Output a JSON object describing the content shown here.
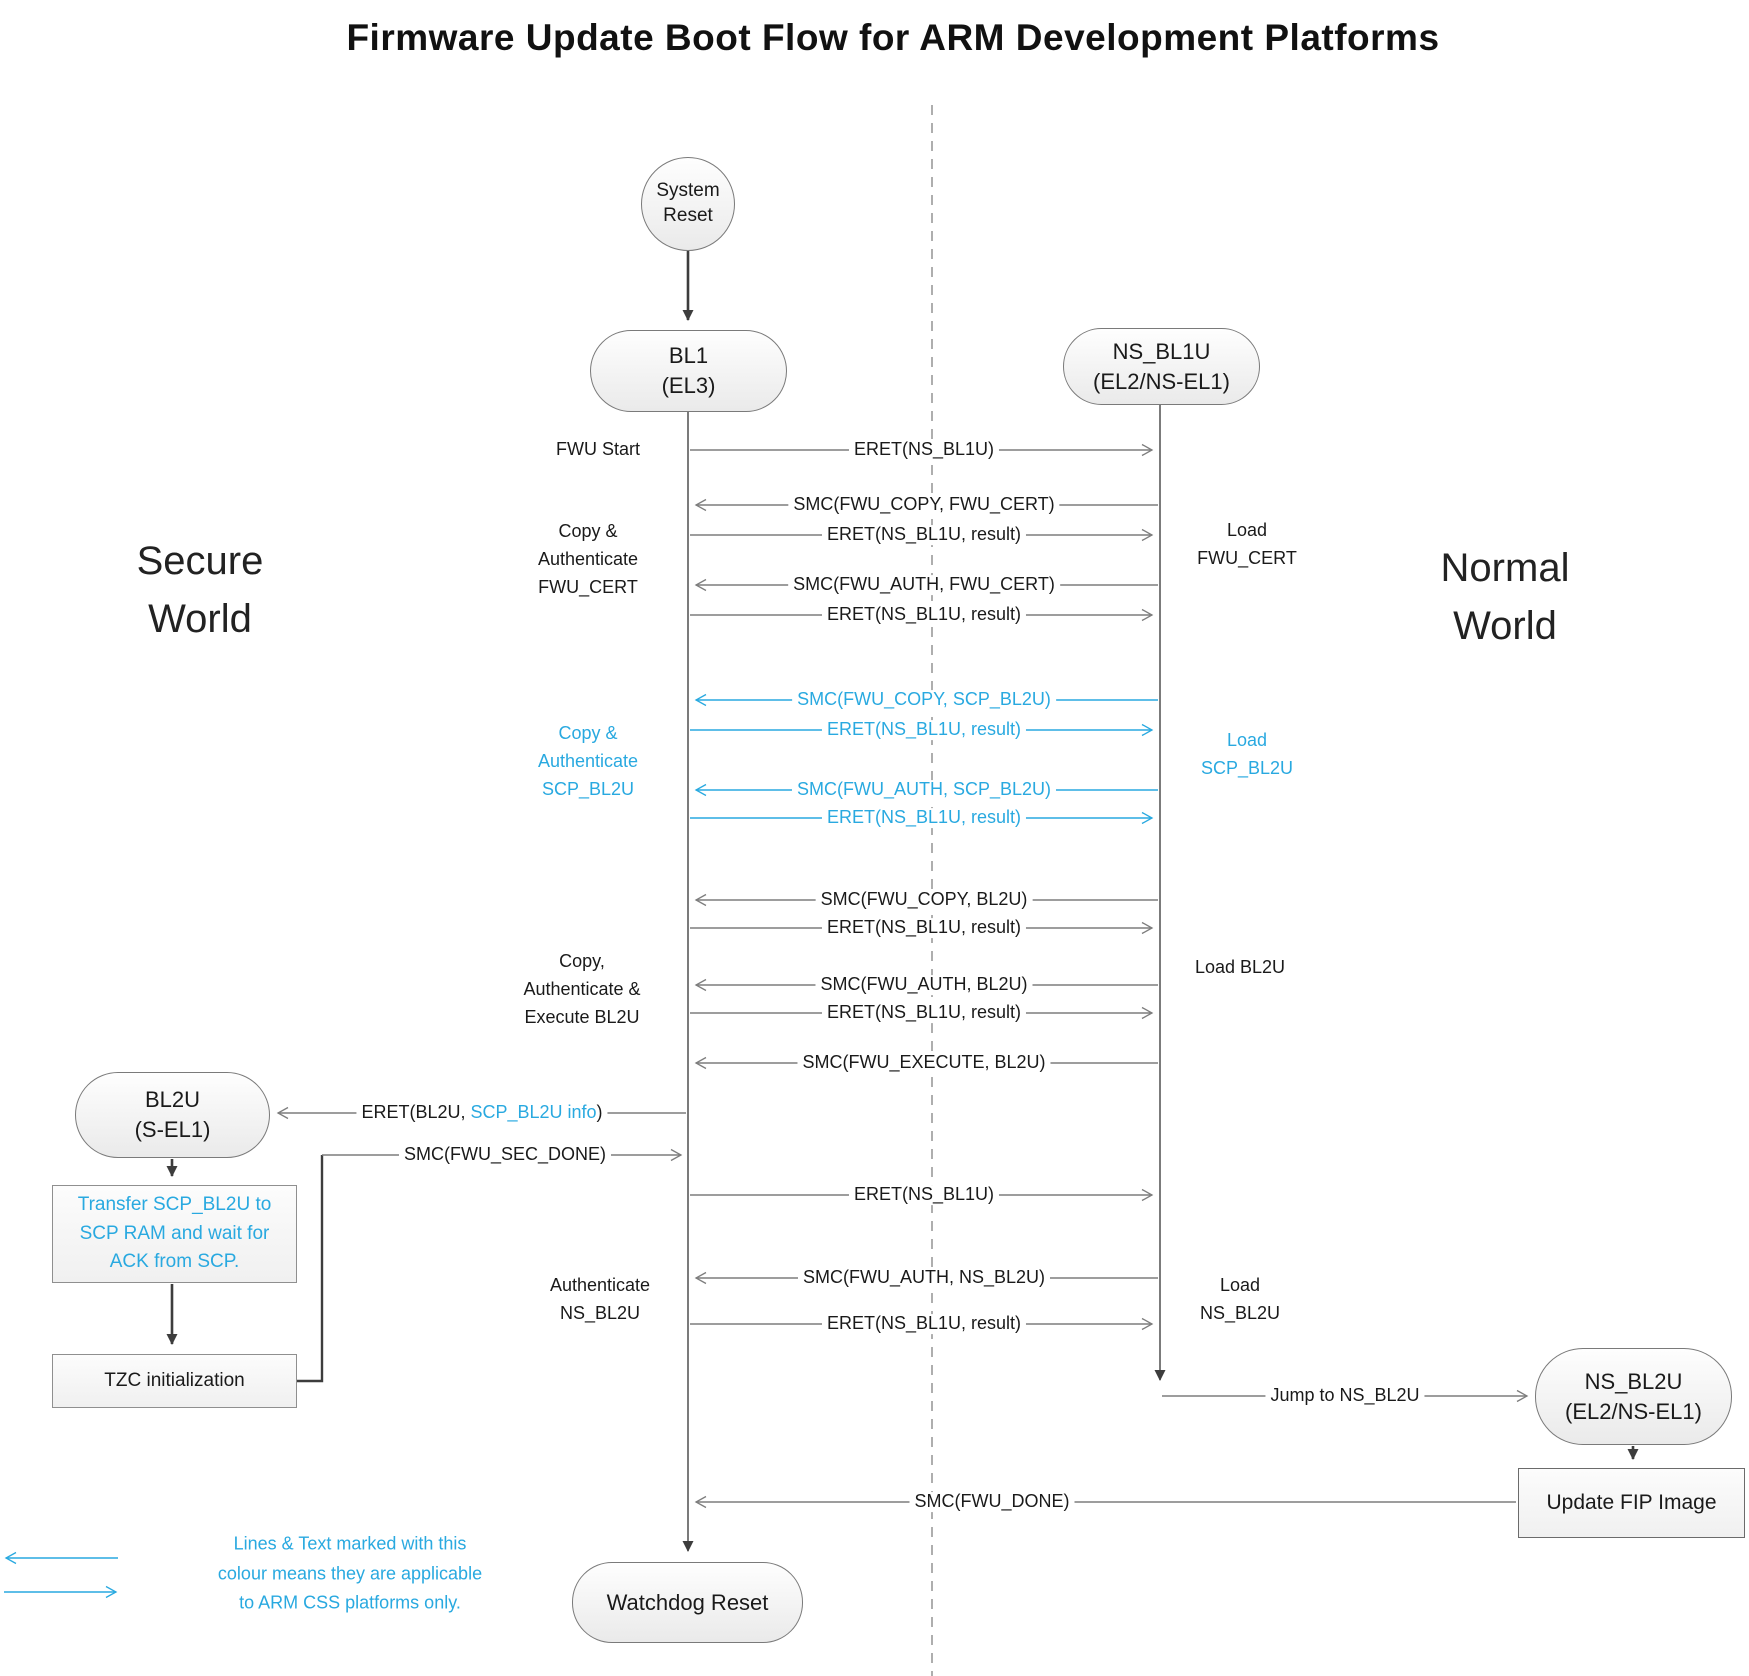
{
  "title": "Firmware Update Boot Flow for ARM Development Platforms",
  "worlds": {
    "secure": [
      "Secure",
      "World"
    ],
    "normal": [
      "Normal",
      "World"
    ]
  },
  "nodes": {
    "system_reset": [
      "System",
      "Reset"
    ],
    "bl1": [
      "BL1",
      "(EL3)"
    ],
    "ns_bl1u": [
      "NS_BL1U",
      "(EL2/NS-EL1)"
    ],
    "bl2u": [
      "BL2U",
      "(S-EL1)"
    ],
    "ns_bl2u": [
      "NS_BL2U",
      "(EL2/NS-EL1)"
    ],
    "watchdog": "Watchdog Reset"
  },
  "boxes": {
    "transfer": [
      "Transfer SCP_BL2U to",
      "SCP RAM and wait for",
      "ACK from SCP."
    ],
    "tzc": "TZC initialization",
    "update_fip": "Update FIP Image"
  },
  "labels": {
    "fwu_start": "FWU Start",
    "eret_ns_bl1u": "ERET(NS_BL1U)",
    "eret_result": "ERET(NS_BL1U, result)",
    "smc_copy_fwu_cert": "SMC(FWU_COPY, FWU_CERT)",
    "smc_auth_fwu_cert": "SMC(FWU_AUTH, FWU_CERT)",
    "smc_copy_scp": "SMC(FWU_COPY, SCP_BL2U)",
    "smc_auth_scp": "SMC(FWU_AUTH, SCP_BL2U)",
    "smc_copy_bl2u": "SMC(FWU_COPY, BL2U)",
    "smc_auth_bl2u": "SMC(FWU_AUTH, BL2U)",
    "smc_execute_bl2u": "SMC(FWU_EXECUTE, BL2U)",
    "eret_bl2u_prefix": "ERET(BL2U, ",
    "eret_bl2u_highlight": "SCP_BL2U info",
    "eret_bl2u_suffix": ")",
    "smc_sec_done": "SMC(FWU_SEC_DONE)",
    "smc_auth_ns_bl2u": "SMC(FWU_AUTH, NS_BL2U)",
    "jump_ns_bl2u": "Jump to NS_BL2U",
    "smc_done": "SMC(FWU_DONE)"
  },
  "side_labels": {
    "copy_auth_fwu_cert": [
      "Copy &",
      "Authenticate",
      "FWU_CERT"
    ],
    "load_fwu_cert": [
      "Load",
      "FWU_CERT"
    ],
    "copy_auth_scp": [
      "Copy &",
      "Authenticate",
      "SCP_BL2U"
    ],
    "load_scp": [
      "Load",
      "SCP_BL2U"
    ],
    "copy_auth_exec_bl2u": [
      "Copy,",
      "Authenticate &",
      "Execute BL2U"
    ],
    "load_bl2u": "Load BL2U",
    "auth_ns_bl2u": [
      "Authenticate",
      "NS_BL2U"
    ],
    "load_ns_bl2u": [
      "Load",
      "NS_BL2U"
    ]
  },
  "legend": [
    "Lines & Text marked with this",
    "colour means they are applicable",
    "to ARM CSS platforms only."
  ],
  "colors": {
    "accent": "#29A9E0",
    "message_line": "#7d7d7d",
    "flow_dark": "#3d3d3d"
  }
}
